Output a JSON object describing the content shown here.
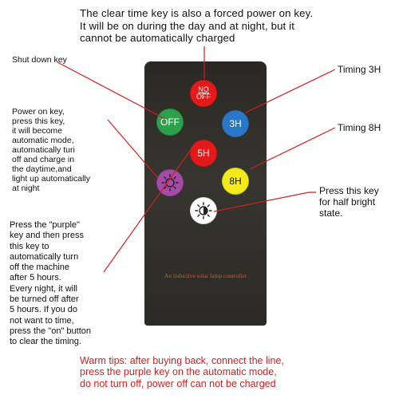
{
  "annotations": {
    "top": "The clear time key is also a forced power on key.\nIt will be on during the day and at night, but it\ncannot be automatically charged",
    "shutdown": "Shut down key",
    "power_on": "Power on key,\npress this key,\nit will become\nautomatic mode,\nautomatically turi\noff and charge in\nthe daytime,and\nlight up automatically\nat night",
    "timing_3h": "Timing 3H",
    "timing_8h": "Timing 8H",
    "half_bright": "Press this key\nfor half bright\nstate.",
    "purple": "Press the \"purple\"\nkey and then press\nthis key to\nautomatically turn\noff the machine\nafter 5 hours.\nEvery night, it will\nbe turned off after\n5 hours. If you do\nnot want to time,\npress the \"on\" button\nto clear the timing.",
    "warm_tips": "Warm tips: after buying back, connect the line,\npress the purple key on the automatic mode,\ndo not turn off, power off can not be charged"
  },
  "remote": {
    "label": "An inductive solar lamp controller",
    "buttons": {
      "no": "NO",
      "off_top": "OFF",
      "off": "OFF",
      "h3": "3H",
      "h5": "5H",
      "h8": "8H"
    }
  },
  "colors": {
    "red": "#e41a1a",
    "green": "#2aa14a",
    "blue": "#2b77c7",
    "yellow": "#f3ea1b",
    "purple": "#a54aa5",
    "leader": "#d11f1f",
    "warm_text": "#d11f1f"
  },
  "icons": {
    "purple_button": "sun-outline-icon",
    "white_button": "half-sun-icon"
  }
}
